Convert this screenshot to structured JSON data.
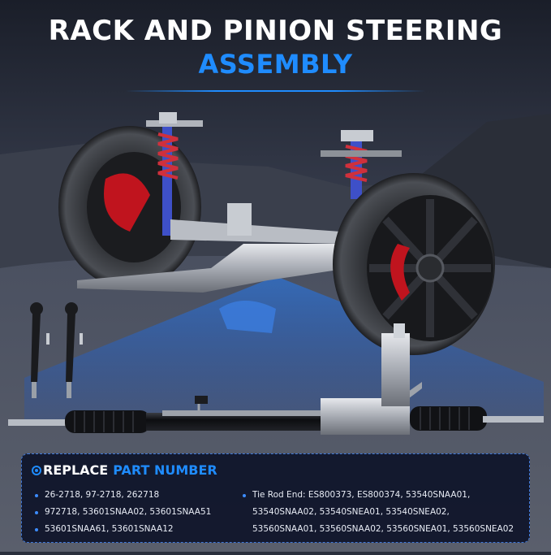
{
  "header": {
    "title_line1": "RACK AND PINION STEERING",
    "title_line2": "ASSEMBLY"
  },
  "replace_section": {
    "heading_white": "REPLACE",
    "heading_blue": "PART NUMBER",
    "left_lines": [
      "26-2718, 97-2718, 262718",
      "972718, 53601SNAA02, 53601SNAA51",
      "53601SNAA61, 53601SNAA12"
    ],
    "right_lines": [
      "Tie Rod End: ES800373, ES800374, 53540SNAA01,",
      "53540SNAA02, 53540SNEA01, 53540SNEA02,",
      "53560SNAA01, 53560SNAA02, 53560SNEA01, 53560SNEA02"
    ]
  },
  "colors": {
    "accent_blue": "#1f8cff",
    "title_white": "#ffffff",
    "panel_bg": "#0a1026",
    "brake_red": "#c0141e",
    "spring_red": "#d0303c"
  },
  "icons": [
    "target-bullet-icon"
  ]
}
